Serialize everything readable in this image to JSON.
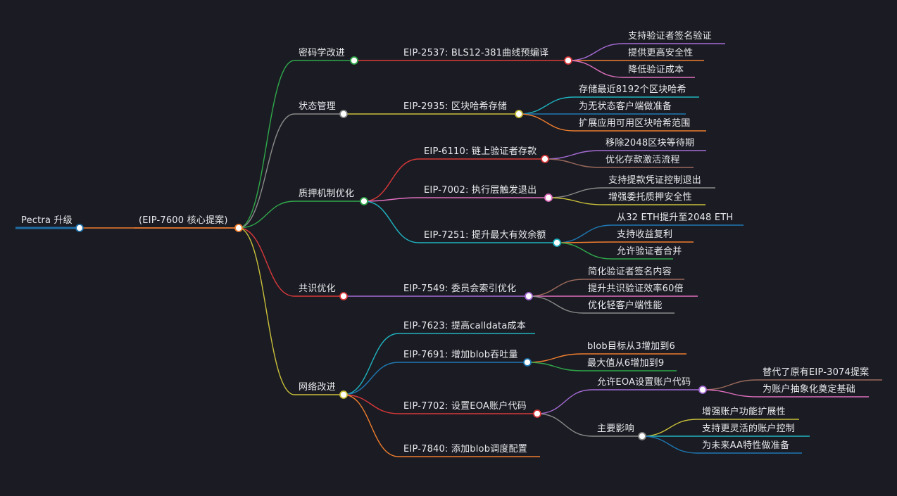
{
  "root": "Pectra 升级",
  "core": "(EIP-7600 核心提案)",
  "branches": {
    "crypto": {
      "label": "密码学改进",
      "eip2537": {
        "label": "EIP-2537: BLS12-381曲线预编译",
        "items": [
          "支持验证者签名验证",
          "提供更高安全性",
          "降低验证成本"
        ]
      }
    },
    "state": {
      "label": "状态管理",
      "eip2935": {
        "label": "EIP-2935: 区块哈希存储",
        "items": [
          "存储最近8192个区块哈希",
          "为无状态客户端做准备",
          "扩展应用可用区块哈希范围"
        ]
      }
    },
    "staking": {
      "label": "质押机制优化",
      "eip6110": {
        "label": "EIP-6110: 链上验证者存款",
        "items": [
          "移除2048区块等待期",
          "优化存款激活流程"
        ]
      },
      "eip7002": {
        "label": "EIP-7002: 执行层触发退出",
        "items": [
          "支持提款凭证控制退出",
          "增强委托质押安全性"
        ]
      },
      "eip7251": {
        "label": "EIP-7251: 提升最大有效余额",
        "items": [
          "从32 ETH提升至2048 ETH",
          "支持收益复利",
          "允许验证者合并"
        ]
      }
    },
    "consensus": {
      "label": "共识优化",
      "eip7549": {
        "label": "EIP-7549: 委员会索引优化",
        "items": [
          "简化验证者签名内容",
          "提升共识验证效率60倍",
          "优化轻客户端性能"
        ]
      }
    },
    "network": {
      "label": "网络改进",
      "eip7623": {
        "label": "EIP-7623: 提高calldata成本"
      },
      "eip7691": {
        "label": "EIP-7691: 增加blob吞吐量",
        "items": [
          "blob目标从3增加到6",
          "最大值从6增加到9"
        ]
      },
      "eip7702": {
        "label": "EIP-7702: 设置EOA账户代码",
        "allow": {
          "label": "允许EOA设置账户代码",
          "items": [
            "替代了原有EIP-3074提案",
            "为账户抽象化奠定基础"
          ]
        },
        "impact": {
          "label": "主要影响",
          "items": [
            "增强账户功能扩展性",
            "支持更灵活的账户控制",
            "为未来AA特性做准备"
          ]
        }
      },
      "eip7840": {
        "label": "EIP-7840: 添加blob调度配置"
      }
    }
  },
  "colors": {
    "background": "#1b1c23",
    "root": "#1f6fa8",
    "core": "#f07d2e",
    "green": "#2fa84a",
    "gray": "#8a8a8a",
    "red": "#d9383a",
    "yellow": "#c9bf3a",
    "pink": "#e06fc0",
    "purple": "#a66bd6",
    "teal": "#1fb3c0",
    "blue": "#1e78b4",
    "brown": "#9c6a5c",
    "text": "#e8e8ee"
  }
}
